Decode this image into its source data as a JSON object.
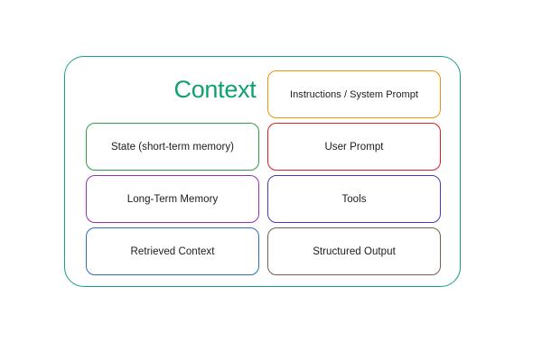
{
  "diagram": {
    "type": "nested-box-diagram",
    "title": "Context",
    "title_color": "#11a070",
    "container_border_color": "#18a086",
    "background_color": "#ffffff",
    "columns": [
      {
        "name": "left-column",
        "items": [
          {
            "label": "State (short-term memory)",
            "border_color": "#2f9e44",
            "name": "state-short-term-memory"
          },
          {
            "label": "Long-Term Memory",
            "border_color": "#9b31b5",
            "name": "long-term-memory"
          },
          {
            "label": "Retrieved Context",
            "border_color": "#2e6db4",
            "name": "retrieved-context"
          }
        ]
      },
      {
        "name": "right-column",
        "items": [
          {
            "label": "Instructions / System Prompt",
            "border_color": "#e8960c",
            "name": "instructions-system-prompt"
          },
          {
            "label": "User Prompt",
            "border_color": "#e01b24",
            "name": "user-prompt"
          },
          {
            "label": "Tools",
            "border_color": "#4b36c0",
            "name": "tools"
          },
          {
            "label": "Structured Output",
            "border_color": "#7a5c52",
            "name": "structured-output"
          }
        ]
      }
    ]
  }
}
